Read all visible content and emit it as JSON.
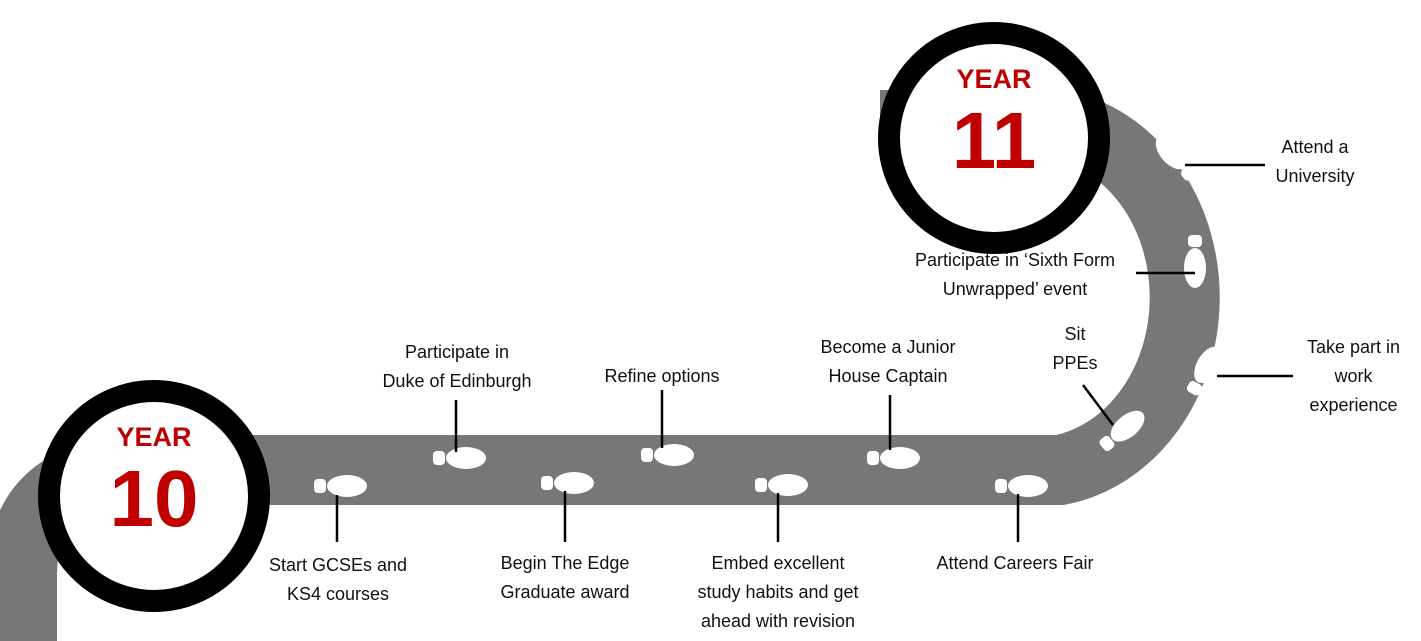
{
  "badges": [
    {
      "id": "year10",
      "word": "YEAR",
      "number": "10"
    },
    {
      "id": "year11",
      "word": "YEAR",
      "number": "11"
    }
  ],
  "milestones": [
    {
      "id": "start-gcses",
      "lines": [
        "Start GCSEs and",
        "KS4 courses"
      ]
    },
    {
      "id": "duke-of-edinburgh",
      "lines": [
        "Participate in",
        "Duke of Edinburgh"
      ]
    },
    {
      "id": "edge-award",
      "lines": [
        "Begin The Edge",
        "Graduate award"
      ]
    },
    {
      "id": "refine-options",
      "lines": [
        "Refine options"
      ]
    },
    {
      "id": "study-habits",
      "lines": [
        "Embed excellent",
        "study habits and get",
        "ahead with revision"
      ]
    },
    {
      "id": "junior-house-captain",
      "lines": [
        "Become a Junior",
        "House Captain"
      ]
    },
    {
      "id": "careers-fair",
      "lines": [
        "Attend Careers Fair"
      ]
    },
    {
      "id": "sit-ppes",
      "lines": [
        "Sit",
        "PPEs"
      ]
    },
    {
      "id": "sixth-form-unwrapped",
      "lines": [
        "Participate in ‘Sixth Form",
        "Unwrapped’ event"
      ]
    },
    {
      "id": "attend-university",
      "lines": [
        "Attend a",
        "University"
      ]
    },
    {
      "id": "work-experience",
      "lines": [
        "Take part in",
        "work",
        "experience"
      ]
    }
  ],
  "colors": {
    "road": "#777777",
    "accent": "#c00000",
    "ring": "#000000",
    "footprint": "#ffffff"
  }
}
